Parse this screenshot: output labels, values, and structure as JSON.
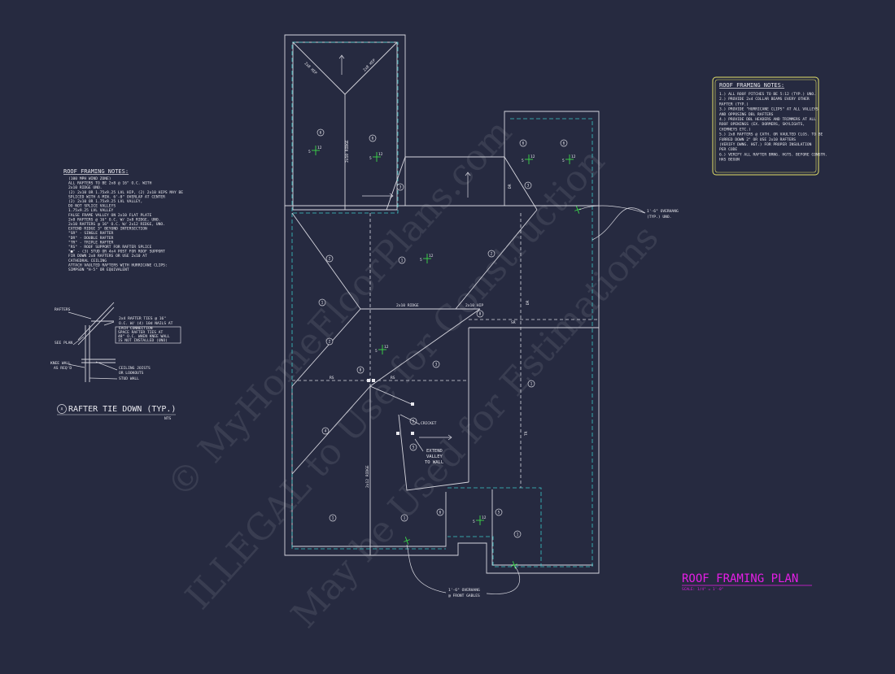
{
  "watermark": {
    "line1": "© MyHomeFloorPlans.com",
    "line2": "ILLEGAL to Use for Construction",
    "line3": "May be Used for Estimations"
  },
  "general_notes": {
    "title": "ROOF FRAMING NOTES:",
    "lines": [
      "(100 MPH WIND ZONE)",
      "ALL RAFTERS TO BE 2x8 @ 16\" O.C. WITH",
      "2x10 RIDGE UNO.",
      "(2) 2x10 OR 1.75x9.25 LVL HIP, (2) 2x10 HIPS MAY BE",
      "SPLICED WITH A MIN. 6'-0\" OVERLAP AT CENTER",
      "(2) 2x10 OR 1.75x9.25 LVL VALLEY,",
      "DO NOT SPLICE VALLEYS",
      "1.75x9.25 LVL VALLEY",
      "FALSE FRAME VALLEY ON 2x10 FLAT PLATE",
      "2x8 RAFTERS @ 16\" O.C. W/ 2x8 RIDGE, UNO.",
      "2x10 RAFTERS @ 16\" O.C. W/ 2x12 RIDGE, UNO.",
      "EXTEND RIDGE 3\" BEYOND INTERSECTION",
      "\"SR\" - SINGLE RAFTER",
      "\"DR\" - DOUBLE RAFTER",
      "\"TR\" - TRIPLE RAFTER",
      "\"RS\" - ROOF SUPPORT FOR RAFTER SPLICE",
      "\"■\" - (3) STUD OR 4x4 POST FOR ROOF SUPPORT",
      "FIR DOWN 2x8 RAFTERS OR USE 2x10 AT",
      "CATHEDRAL CEILING",
      "ATTACH VAULTED RAFTERS WITH HURRICANE CLIPS:",
      "SIMPSON \"H-5\" OR EQUIVALENT"
    ],
    "markers": [
      "1",
      "2",
      "3",
      "4",
      "5",
      "6",
      "7",
      "8",
      "9",
      "-",
      "-",
      "-",
      "-",
      "-",
      "-",
      "-"
    ]
  },
  "specific_notes": {
    "title": "ROOF FRAMING NOTES:",
    "lines": [
      "1.) ALL ROOF PITCHES TO BE 5:12 (TYP.) UNO.",
      "2.) PROVIDE 2x4 COLLAR BEAMS EVERY OTHER",
      "RAFTER (TYP.)",
      "3.) PROVIDE \"HURRICANE CLIPS\" AT ALL VALLEYS",
      "AND OPPOSING DBL RAFTERS",
      "4.) PROVIDE DBL HEADERS AND TRIMMERS AT ALL",
      "ROOF OPENINGS (EX. DORMERS, SKYLIGHTS,",
      "CHIMNEYS ETC.)",
      "5.) 2x8 RAFTERS @ CATH. OR VAULTED CLGS. TO BE",
      "FURRED DOWN 2\" OR USE 2x10 RAFTERS",
      "(VERIFY DWNG. HGT.) FOR PROPER INSULATION",
      "PER CODE",
      "6.) VERIFY ALL RAFTER BRNG. HGTS. BEFORE CONSTR.",
      "HAS BEGUN"
    ]
  },
  "detail": {
    "title": "RAFTER TIE DOWN (TYP.)",
    "marker": "A",
    "scale": "NTS",
    "labels": {
      "rafters": "RAFTERS",
      "see_plan": "SEE PLAN",
      "knee_wall": "KNEE WALL",
      "as_reqd": "AS REQ'D",
      "tie1": "2x4 RAFTER TIES @ 16\"",
      "tie2": "O.C. W/ (4) 10d NAILS AT",
      "tie3": "EACH CONNECTION",
      "box1": "SPACE RAFTER TIES AT",
      "box2": "48\" O.C. WHEN KNEE WALL",
      "box3": "IS NOT INSTALLED (UNO)",
      "joist1": "CEILING JOISTS",
      "joist2": "OR LOOKOUTS",
      "stud": "STUD WALL"
    }
  },
  "plan": {
    "title": "ROOF FRAMING PLAN",
    "scale": "SCALE: 1/4\" = 1'-0\"",
    "title_color": "#e61ee6",
    "labels": {
      "hip_2x8_left": "2x8 HIP",
      "hip_2x8_right": "2x8 HIP",
      "ridge_2x10_top": "2x10 RIDGE",
      "ridge_2x10_mid": "2x10 RIDGE",
      "hip_2x10": "2x10 HIP",
      "ridge_2x12": "2x12 RIDGE",
      "rs_left": "RS",
      "rs_right": "RS",
      "sr": "SR",
      "dr_right": "DR",
      "tr_right": "TR",
      "dr_mid": "DR",
      "cricket": "CRICKET",
      "extend1": "EXTEND",
      "extend2": "VALLEY",
      "extend3": "TO WALL",
      "overhang1": "1'-6\" OVERHANG",
      "overhang2": "(TYP.) UNO.",
      "front1": "1'-6\" OVERHANG",
      "front2": "@ FRONT GABLES"
    },
    "pitch": "5",
    "pitch_run": "12",
    "colors": {
      "wall": "#d7d7df",
      "overhang": "#3cc7c7",
      "pitch_mark": "#3bd94a",
      "notes_box": "#e5e36a"
    }
  }
}
